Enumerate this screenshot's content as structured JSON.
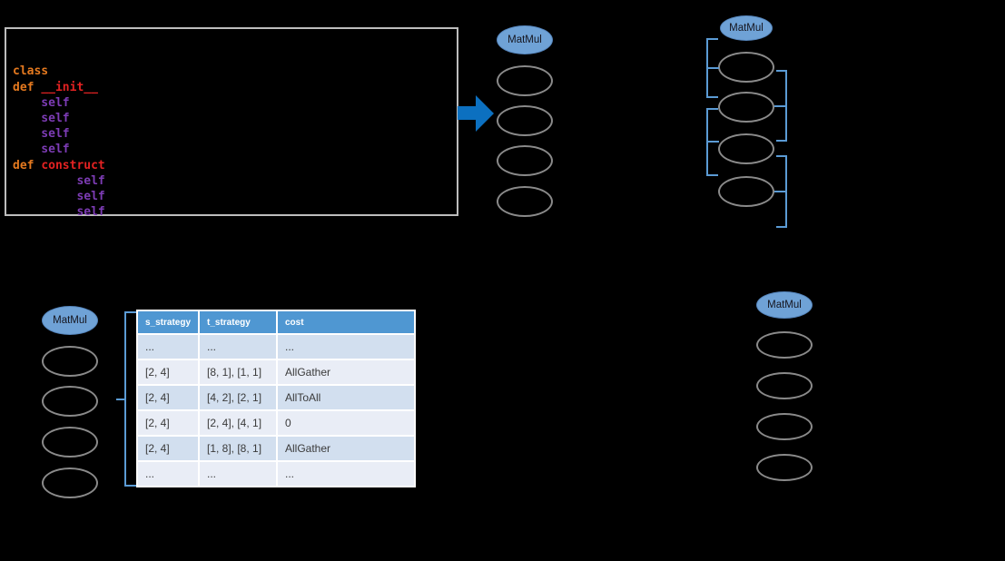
{
  "figure": {
    "code_block": {
      "lines": [
        [
          [
            "kw",
            "class"
          ]
        ],
        [
          [
            "kw",
            "def "
          ],
          [
            "fn",
            "__init__"
          ]
        ],
        [
          [
            "var",
            "    self"
          ]
        ],
        [
          [
            "var",
            "    self"
          ]
        ],
        [
          [
            "var",
            "    self"
          ]
        ],
        [
          [
            "var",
            "    self"
          ]
        ],
        [
          [
            "kw",
            "def "
          ],
          [
            "fn",
            "construct"
          ]
        ],
        [
          [
            "var",
            "         self"
          ]
        ],
        [
          [
            "var",
            "         self"
          ]
        ],
        [
          [
            "var",
            "         self"
          ]
        ]
      ]
    },
    "graphs": {
      "top_middle": {
        "root_label": "MatMul",
        "empty_node_count": 4
      },
      "top_right": {
        "root_label": "MatMul",
        "empty_node_count": 4
      },
      "bottom_left": {
        "root_label": "MatMul",
        "empty_node_count": 4
      },
      "bottom_right": {
        "root_label": "MatMul",
        "empty_node_count": 4
      }
    },
    "table": {
      "headers": [
        "s_strategy",
        "t_strategy",
        "cost"
      ],
      "rows": [
        [
          "...",
          "...",
          "..."
        ],
        [
          "[2, 4]",
          "[8, 1], [1, 1]",
          "AllGather"
        ],
        [
          "[2, 4]",
          "[4, 2], [2, 1]",
          "AllToAll"
        ],
        [
          "[2, 4]",
          "[2, 4], [4, 1]",
          "0"
        ],
        [
          "[2, 4]",
          "[1, 8], [8, 1]",
          "AllGather"
        ],
        [
          "...",
          "...",
          "..."
        ]
      ]
    },
    "colors": {
      "arrow_blue": "#0C70C0",
      "bracket_blue": "#5B9BD5",
      "matmul_node_fill": "#6FA2D6",
      "empty_node_stroke": "#8A8A8A",
      "code_keyword_orange": "#E4791F",
      "code_defname_red": "#E32222",
      "code_self_purple": "#7D3CB5",
      "table_header_bg": "#4F97D2",
      "table_band_dark": "#D2DFEF",
      "table_band_light": "#E9EDF6"
    }
  }
}
